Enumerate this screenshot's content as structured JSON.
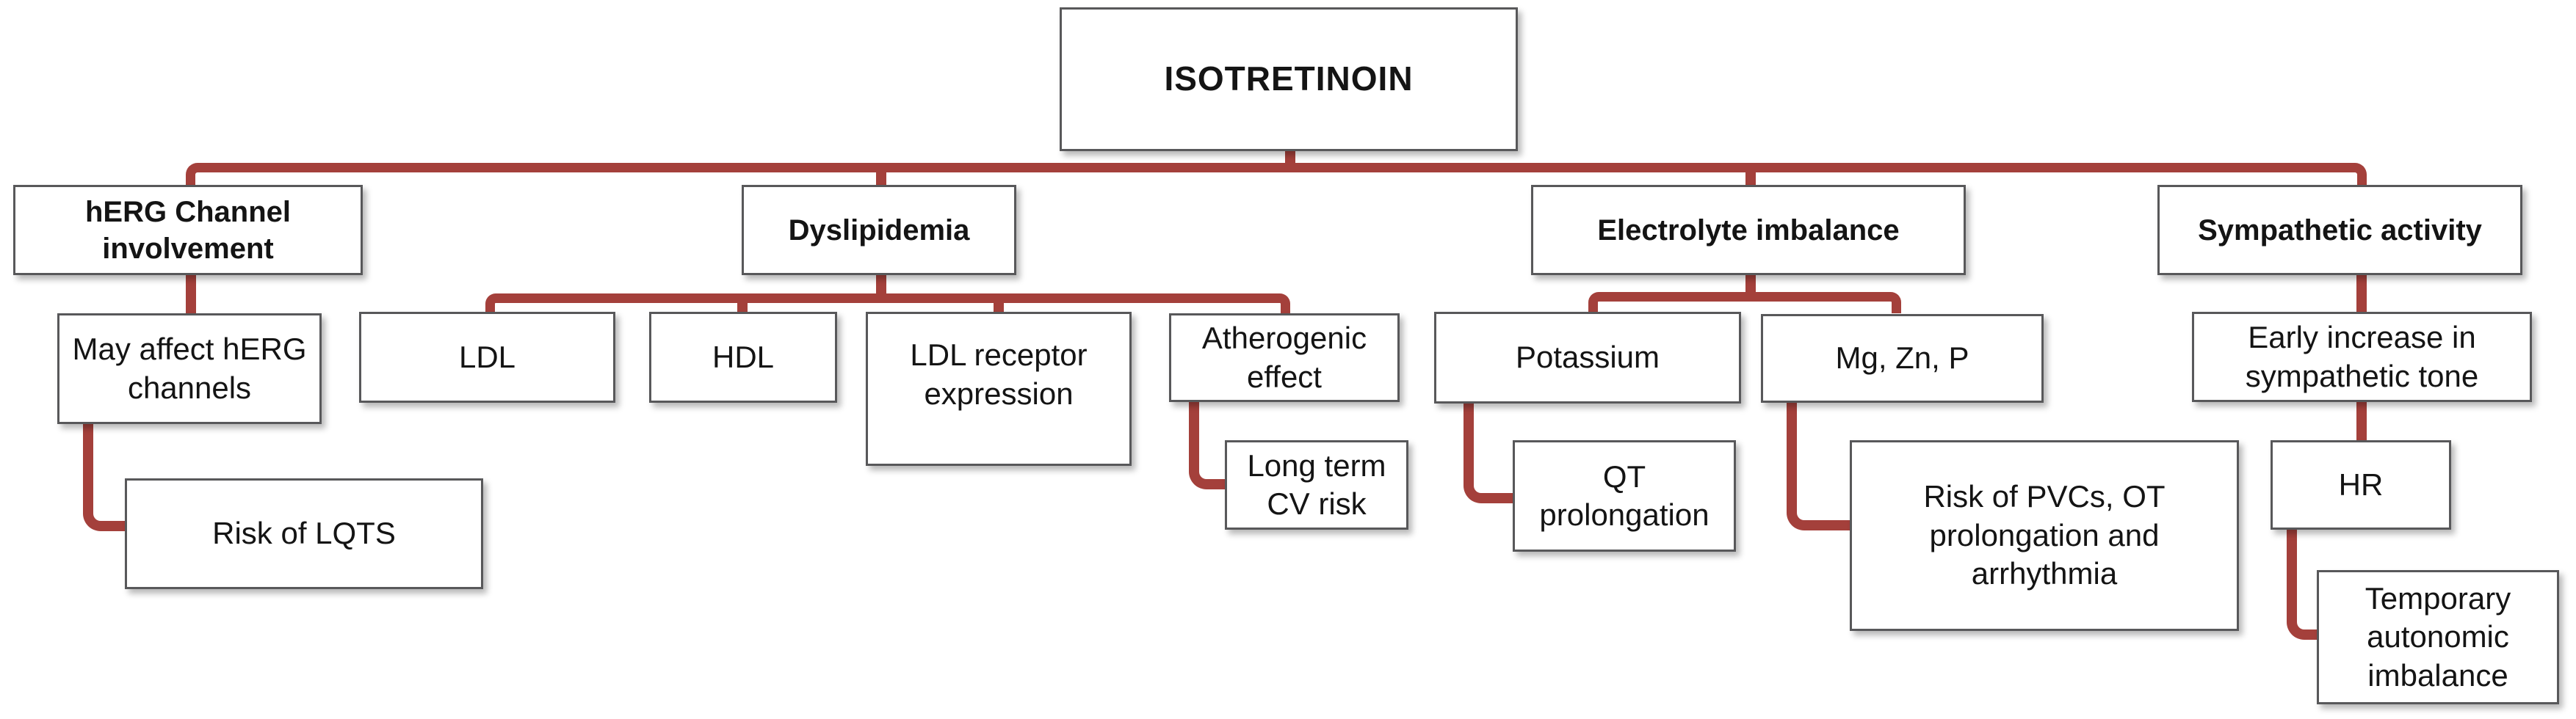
{
  "diagram_title": "ISOTRETINOIN",
  "colors": {
    "connector": "#A4403B",
    "box_border": "#58585a",
    "box_fill": "#ffffff",
    "text": "#141414",
    "background": "#ffffff"
  },
  "nodes": {
    "root": {
      "label": "ISOTRETINOIN"
    },
    "herg": {
      "label": "hERG Channel involvement"
    },
    "may_affect": {
      "label": "May affect hERG channels"
    },
    "lqts": {
      "label": "Risk of LQTS"
    },
    "dyslipidemia": {
      "label": "Dyslipidemia"
    },
    "ldl": {
      "label": "LDL"
    },
    "hdl": {
      "label": "HDL"
    },
    "ldl_receptor": {
      "label": "LDL receptor expression"
    },
    "atherogenic": {
      "label": "Atherogenic effect"
    },
    "cv_risk": {
      "label": "Long term CV risk"
    },
    "electrolyte": {
      "label": "Electrolyte imbalance"
    },
    "potassium": {
      "label": "Potassium"
    },
    "qt": {
      "label": "QT prolongation"
    },
    "mg_zn_p": {
      "label": "Mg, Zn, P"
    },
    "pvc": {
      "label": "Risk of PVCs, OT prolongation and arrhythmia"
    },
    "sympathetic": {
      "label": "Sympathetic activity"
    },
    "early_increase": {
      "label": "Early increase in sympathetic tone"
    },
    "hr": {
      "label": "HR"
    },
    "autonomic": {
      "label": "Temporary autonomic imbalance"
    }
  },
  "edges": [
    {
      "from": "root",
      "to": "herg"
    },
    {
      "from": "root",
      "to": "dyslipidemia"
    },
    {
      "from": "root",
      "to": "electrolyte"
    },
    {
      "from": "root",
      "to": "sympathetic"
    },
    {
      "from": "herg",
      "to": "may_affect"
    },
    {
      "from": "may_affect",
      "to": "lqts"
    },
    {
      "from": "dyslipidemia",
      "to": "ldl"
    },
    {
      "from": "dyslipidemia",
      "to": "hdl"
    },
    {
      "from": "dyslipidemia",
      "to": "ldl_receptor"
    },
    {
      "from": "dyslipidemia",
      "to": "atherogenic"
    },
    {
      "from": "atherogenic",
      "to": "cv_risk"
    },
    {
      "from": "electrolyte",
      "to": "potassium"
    },
    {
      "from": "electrolyte",
      "to": "mg_zn_p"
    },
    {
      "from": "potassium",
      "to": "qt"
    },
    {
      "from": "mg_zn_p",
      "to": "pvc"
    },
    {
      "from": "sympathetic",
      "to": "early_increase"
    },
    {
      "from": "early_increase",
      "to": "hr"
    },
    {
      "from": "hr",
      "to": "autonomic"
    }
  ]
}
